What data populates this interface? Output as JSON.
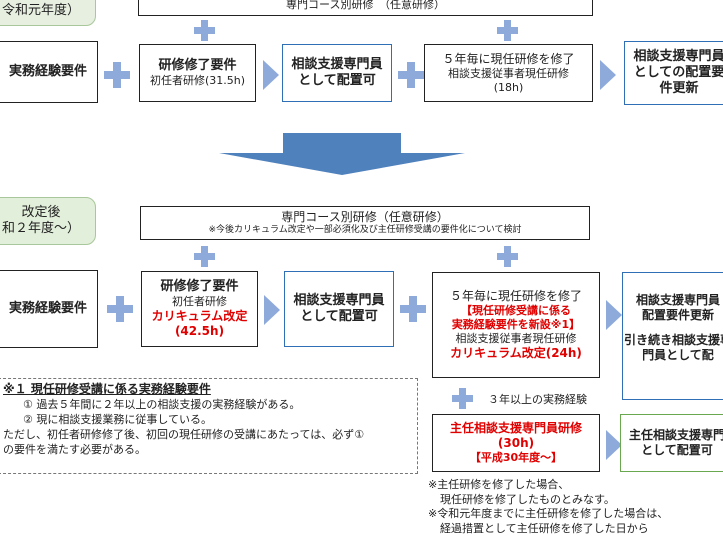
{
  "top": {
    "era_tag": "令和元年度）",
    "course_label": "専門コース別研修　（任意研修）",
    "experience": "実務経験要件",
    "training_req_title": "研修修了要件",
    "training_req_detail": "初任者研修(31.5h)",
    "placement": "相談支援専門員として配置可",
    "renewal_title": "５年毎に現任研修を修了",
    "renewal_detail": "相談支援従事者現任研修",
    "renewal_hours": "(18h)",
    "right_box": "相談支援専門員としての配置要件更新"
  },
  "middle_arrow": "down",
  "bottom": {
    "era_tag_line1": "改定後",
    "era_tag_line2": "和２年度～）",
    "course_label": "専門コース別研修（任意研修）",
    "course_note": "※今後カリキュラム改定や一部必須化及び主任研修受講の要件化について検討",
    "experience": "実務経験要件",
    "training_req_title": "研修修了要件",
    "training_req_detail": "初任者研修",
    "training_req_red1": "カリキュラム改定",
    "training_req_red2": "(42.5h)",
    "placement": "相談支援専門員として配置可",
    "renewal_title": "５年毎に現任研修を修了",
    "renewal_red1": "【現任研修受講に係る",
    "renewal_red2": "実務経験要件を新設※1】",
    "renewal_detail": "相談支援従事者現任研修",
    "renewal_red3": "カリキュラム改定(24h)",
    "right_box_line1": "相談支援専門員",
    "right_box_line2": "配置要件更新",
    "right_box_line3": "引き続き相談支援専",
    "right_box_line4": "門員として配",
    "exp3": "３年以上の実務経験",
    "chief_red1": "主任相談支援専門員研修",
    "chief_red2": "(30h)",
    "chief_red3": "【平成30年度～】",
    "chief_right_line1": "主任相談支援専門",
    "chief_right_line2": "として配置可",
    "note_title": "※１ 現任研修受講に係る実務経験要件",
    "note_1": "① 過去５年間に２年以上の相談支援の実務経験がある。",
    "note_2": "② 現に相談支援業務に従事している。",
    "note_3": "ただし、初任者研修修了後、初回の現任研修の受講にあたっては、必ず①",
    "note_4": "の要件を満たす必要がある。",
    "foot_1": "※主任研修を修了した場合、",
    "foot_2": "現任研修を修了したものとみなす。",
    "foot_3": "※令和元年度までに主任研修を修了した場合は、",
    "foot_4": "経過措置として主任研修を修了した日から"
  },
  "colors": {
    "plus": "#8eaadb",
    "arrow": "#4f81bd",
    "blue_border": "#2e6fb6",
    "red": "#e00000",
    "green": "#6aa84f"
  }
}
